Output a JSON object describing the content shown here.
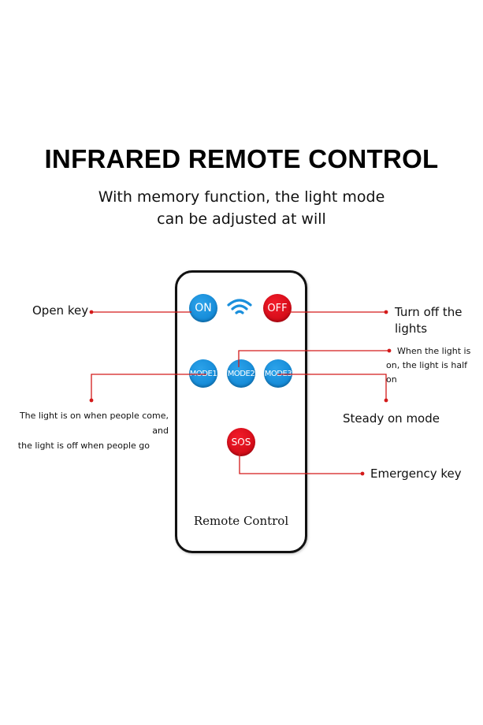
{
  "title": "INFRARED REMOTE CONTROL",
  "subtitle": {
    "line1": "With memory function, the light mode",
    "line2": "can be adjusted at will"
  },
  "remote": {
    "brand_label": "Remote Control",
    "buttons": {
      "on": "ON",
      "off": "OFF",
      "mode1": "MODE1",
      "mode2": "MODE2",
      "mode3": "MODE3",
      "sos": "SOS"
    },
    "signal_icon": "wifi-signal-icon"
  },
  "annotations": {
    "open_key": "Open key",
    "turn_off_line1": "Turn off the",
    "turn_off_line2": "lights",
    "half_on_line1": "When the light is",
    "half_on_line2": "on, the light is half on",
    "sensor_line1": "The light is on when people come, and",
    "sensor_line2": "the light is off when people go",
    "steady_on": "Steady on mode",
    "emergency": "Emergency key"
  },
  "colors": {
    "blue_button": "#1a8fdc",
    "red_button": "#e5101c",
    "leader_line": "#d31a1a"
  }
}
